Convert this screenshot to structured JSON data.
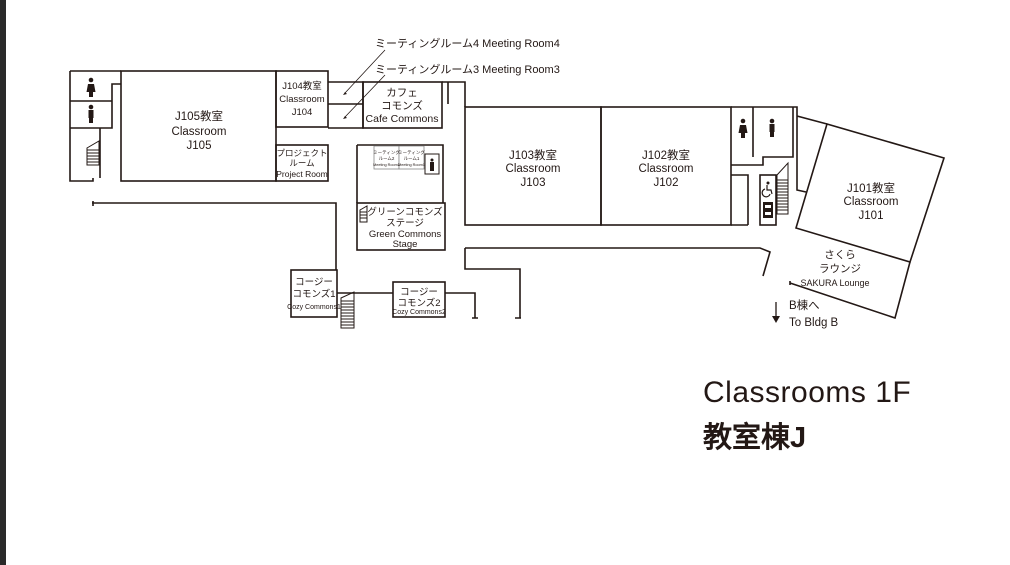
{
  "floor_title": "Classrooms 1F",
  "building_name": "教室棟J",
  "rooms": {
    "j105": [
      "J105教室",
      "Classroom",
      "J105"
    ],
    "j104": [
      "J104教室",
      "Classroom",
      "J104"
    ],
    "project": [
      "プロジェクト",
      "ルーム",
      "Project Room"
    ],
    "cafe": [
      "カフェ",
      "コモンズ",
      "Cafe Commons"
    ],
    "green": [
      "グリーンコモンズ",
      "ステージ",
      "Green Commons",
      "Stage"
    ],
    "cozy1": [
      "コージー",
      "コモンズ1",
      "Cozy Commons1"
    ],
    "cozy2": [
      "コージー",
      "コモンズ2",
      "Cozy Commons2"
    ],
    "j103": [
      "J103教室",
      "Classroom",
      "J103"
    ],
    "j102": [
      "J102教室",
      "Classroom",
      "J102"
    ],
    "j101": [
      "J101教室",
      "Classroom",
      "J101"
    ],
    "sakura": [
      "さくら",
      "ラウンジ",
      "SAKURA Lounge"
    ],
    "meeting_small_2": [
      "ミーティング",
      "ルーム2",
      "Meeting Room2"
    ],
    "meeting_small_1": [
      "ミーティング",
      "ルーム1",
      "Meeting Room1"
    ]
  },
  "callouts": {
    "meeting4": "ミーティングルーム4  Meeting Room4",
    "meeting3": "ミーティングルーム3  Meeting Room3"
  },
  "directions": {
    "line1": "B棟へ",
    "line2": "To Bldg B"
  }
}
